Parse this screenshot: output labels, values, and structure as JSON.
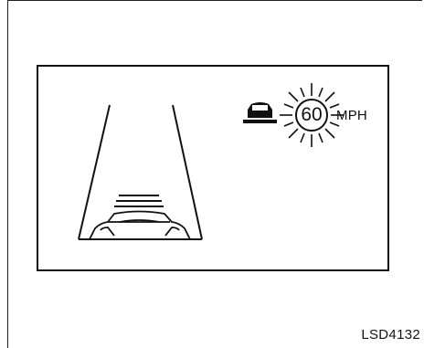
{
  "display": {
    "speed_value": "60",
    "speed_unit": "MPH"
  },
  "figure_code": "LSD4132",
  "icons": {
    "vehicle_ahead": "car-front-icon",
    "speed_sign": "flashing-speed-sign-icon",
    "own_vehicle": "own-car-rear-icon"
  },
  "colors": {
    "line": "#111111",
    "background": "#ffffff"
  }
}
